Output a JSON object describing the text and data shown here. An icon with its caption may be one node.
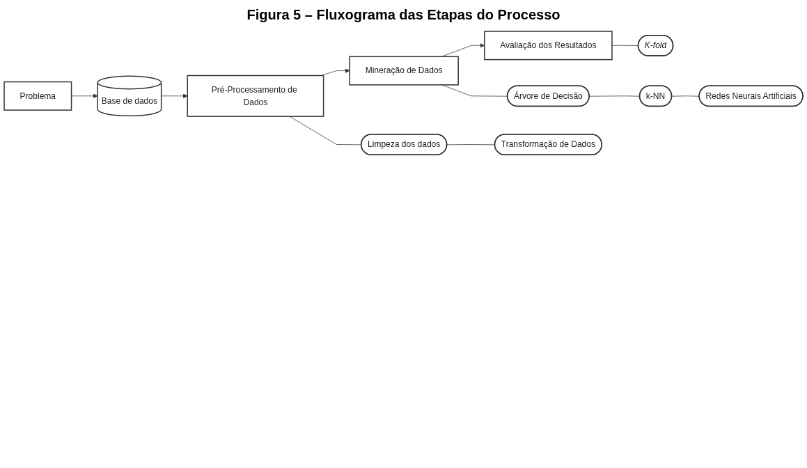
{
  "diagram": {
    "title": "Figura 5 – Fluxograma das Etapas do Processo",
    "nodes": [
      {
        "text": [
          "Problema"
        ]
      },
      {
        "text": [
          "Base de dados"
        ]
      },
      {
        "text": [
          "Pré-Processamento de Dados"
        ]
      },
      {
        "text": [
          "Mineração de Dados"
        ]
      },
      {
        "text": [
          "Avaliação dos Resultados"
        ]
      },
      {
        "text": [
          "Limpeza dos dados"
        ]
      },
      {
        "text": [
          "Transformação de Dados"
        ]
      },
      {
        "text": [
          "Árvore de Decisão"
        ]
      },
      {
        "text": [
          "k-NN"
        ]
      },
      {
        "text": [
          "Redes Neurais Artificiais"
        ]
      },
      {
        "text": [
          "K-fold"
        ]
      }
    ],
    "edges": [
      {
        "from": 0,
        "to": 1,
        "arrow": "to"
      },
      {
        "from": 1,
        "to": 2,
        "arrow": "to"
      },
      {
        "from": 2,
        "to": 3,
        "arrow": "to"
      },
      {
        "from": 3,
        "to": 4,
        "arrow": "to"
      },
      {
        "from": 2,
        "to": 5,
        "arrow": "none"
      },
      {
        "from": 5,
        "to": 6,
        "arrow": "none"
      },
      {
        "from": 3,
        "to": 7,
        "arrow": "none"
      },
      {
        "from": 7,
        "to": 8,
        "arrow": "none"
      },
      {
        "from": 8,
        "to": 9,
        "arrow": "none"
      },
      {
        "from": 4,
        "to": 10,
        "arrow": "none"
      }
    ]
  }
}
